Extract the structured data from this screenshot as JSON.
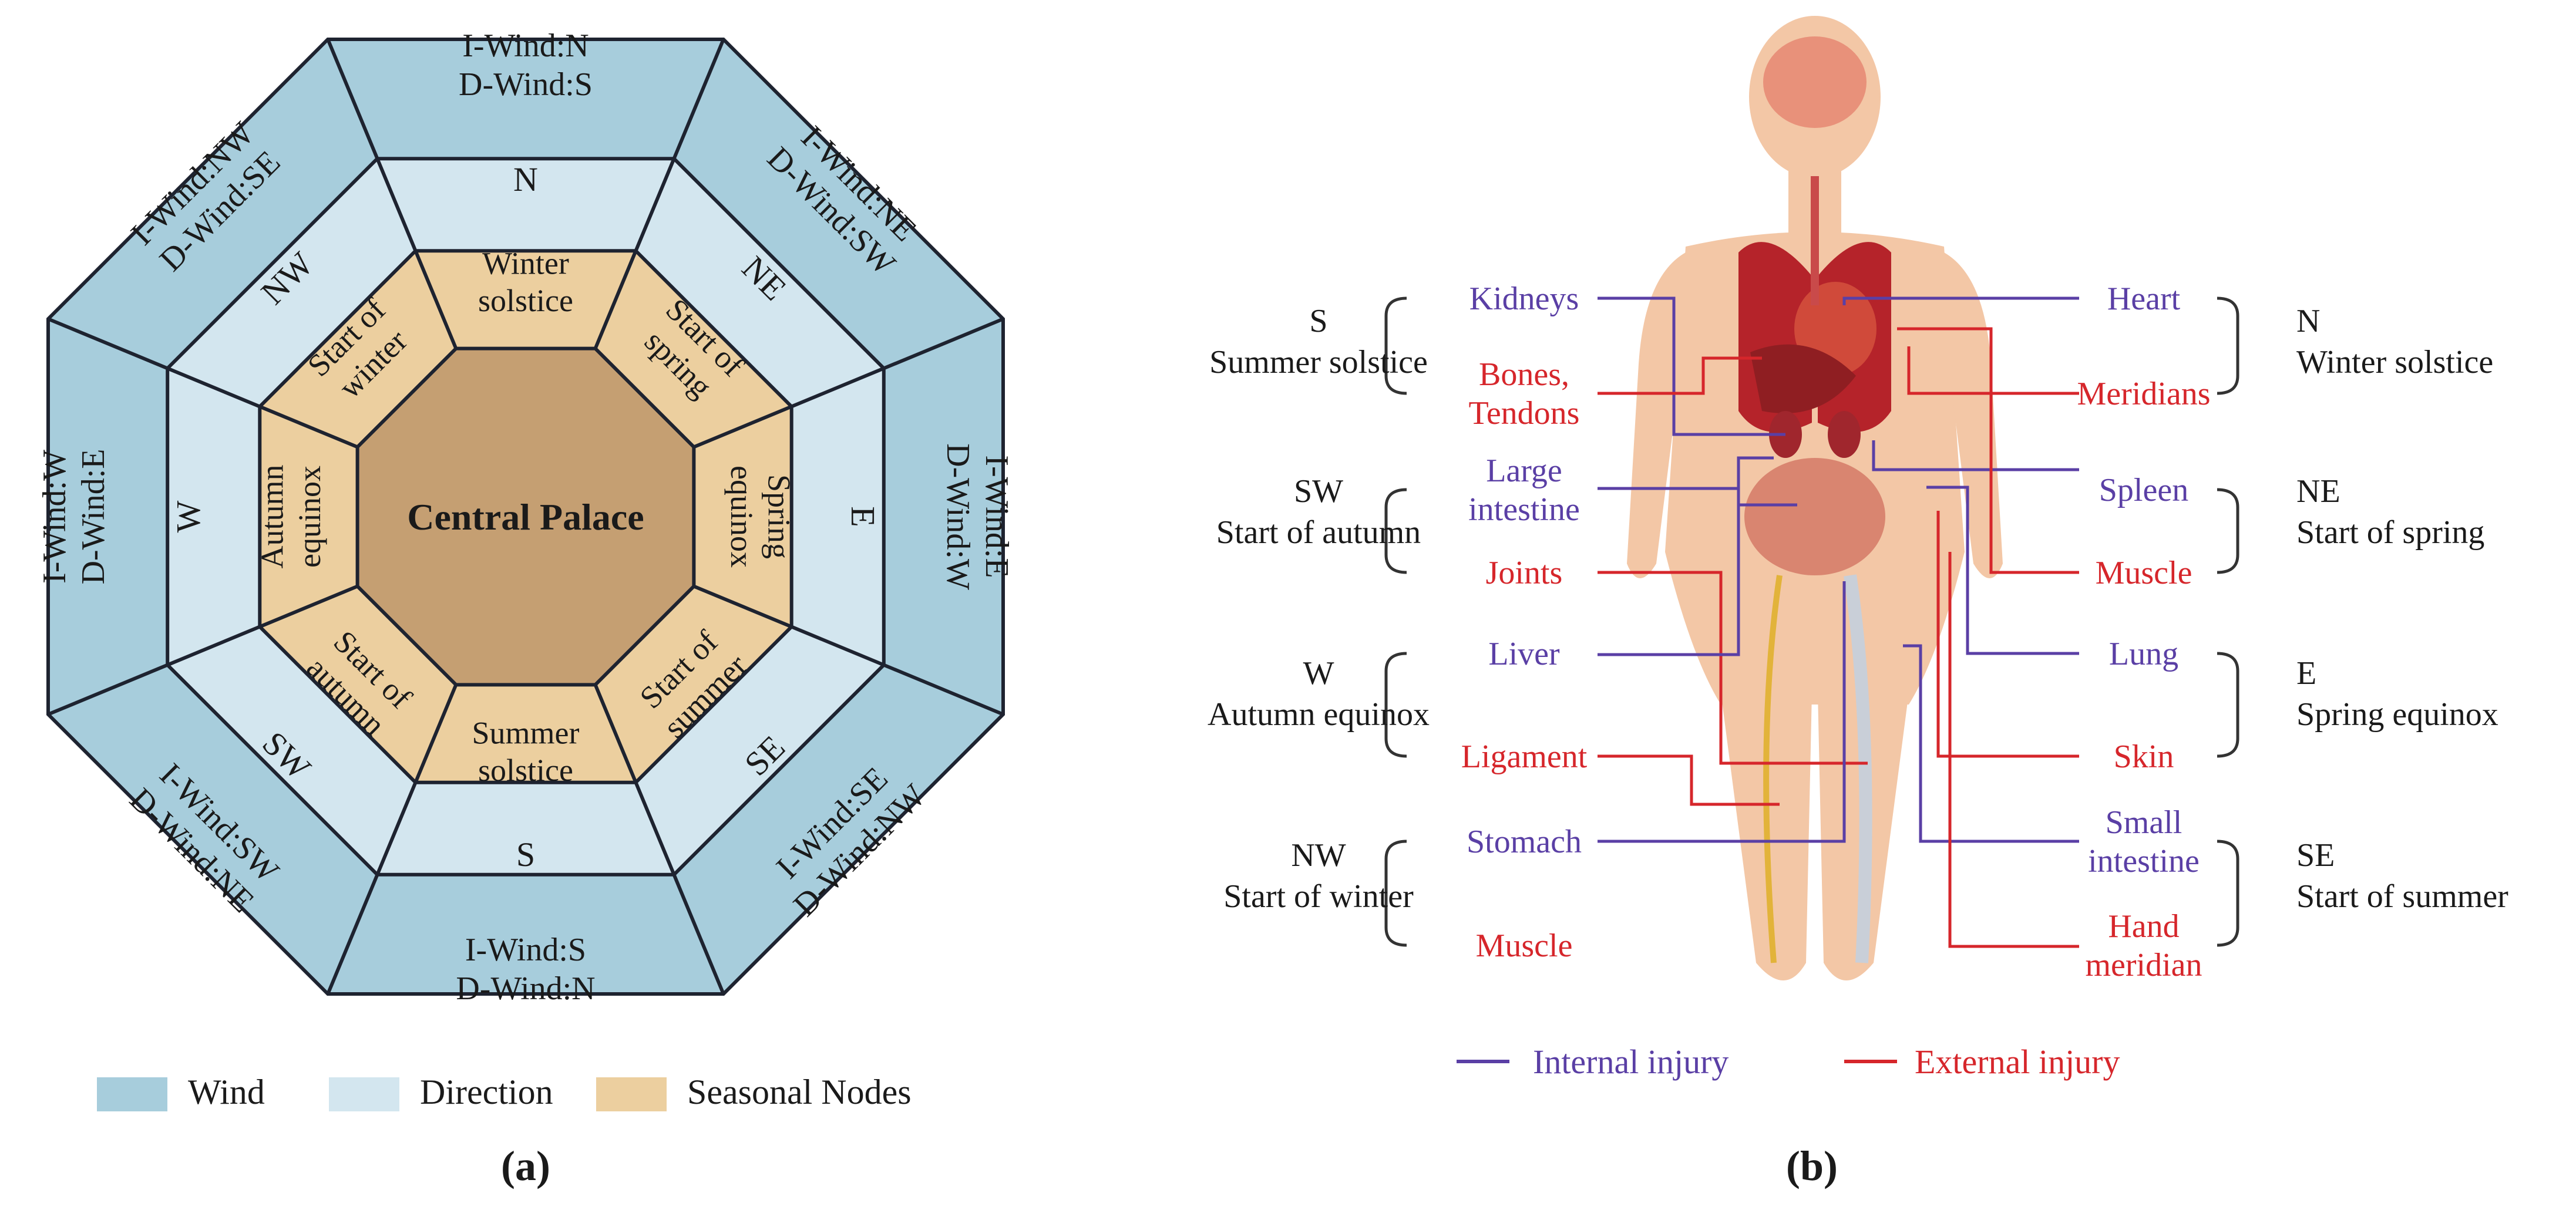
{
  "colors": {
    "wind": "#a7cddc",
    "direction": "#d3e6ef",
    "seasonal": "#eccf9f",
    "center": "#c59f72",
    "outline": "#1e2330",
    "internal": "#5a3fa5",
    "external": "#d6262b",
    "text": "#1a1a1a"
  },
  "panel_a": {
    "center_label": "Central Palace",
    "sectors": [
      {
        "wind": [
          "I-Wind:N",
          "D-Wind:S"
        ],
        "direction": "N",
        "node": [
          "Winter",
          "solstice"
        ]
      },
      {
        "wind": [
          "I-Wind:NE",
          "D-Wind:SW"
        ],
        "direction": "NE",
        "node": [
          "Start of",
          "spring"
        ]
      },
      {
        "wind": [
          "I-Wind:E",
          "D-Wind:W"
        ],
        "direction": "E",
        "node": [
          "Spring",
          "equinox"
        ]
      },
      {
        "wind": [
          "I-Wind:SE",
          "D-Wind:NW"
        ],
        "direction": "SE",
        "node": [
          "Start of",
          "summer"
        ]
      },
      {
        "wind": [
          "I-Wind:S",
          "D-Wind:N"
        ],
        "direction": "S",
        "node": [
          "Summer",
          "solstice"
        ]
      },
      {
        "wind": [
          "I-Wind:SW",
          "D-Wind:NE"
        ],
        "direction": "SW",
        "node": [
          "Start of",
          "autumn"
        ]
      },
      {
        "wind": [
          "I-Wind:W",
          "D-Wind:E"
        ],
        "direction": "W",
        "node": [
          "Autumn",
          "equinox"
        ]
      },
      {
        "wind": [
          "I-Wind:NW",
          "D-Wind:SE"
        ],
        "direction": "NW",
        "node": [
          "Start of",
          "winter"
        ]
      }
    ],
    "legend": [
      "Wind",
      "Direction",
      "Seasonal Nodes"
    ],
    "caption": "(a)"
  },
  "panel_b": {
    "left_groups": [
      {
        "direction": "S",
        "node": "Summer solstice",
        "internal": [
          "Kidneys"
        ],
        "external": [
          "Bones,",
          "Tendons"
        ]
      },
      {
        "direction": "SW",
        "node": "Start of autumn",
        "internal": [
          "Large",
          "intestine"
        ],
        "external": [
          "Joints"
        ]
      },
      {
        "direction": "W",
        "node": "Autumn equinox",
        "internal": [
          "Liver"
        ],
        "external": [
          "Ligament"
        ]
      },
      {
        "direction": "NW",
        "node": "Start of winter",
        "internal": [
          "Stomach"
        ],
        "external": [
          "Muscle"
        ]
      }
    ],
    "right_groups": [
      {
        "direction": "N",
        "node": "Winter solstice",
        "internal": [
          "Heart"
        ],
        "external": [
          "Meridians"
        ]
      },
      {
        "direction": "NE",
        "node": "Start of spring",
        "internal": [
          "Spleen"
        ],
        "external": [
          "Muscle"
        ]
      },
      {
        "direction": "E",
        "node": "Spring equinox",
        "internal": [
          "Lung"
        ],
        "external": [
          "Skin"
        ]
      },
      {
        "direction": "SE",
        "node": "Start of summer",
        "internal": [
          "Small",
          "intestine"
        ],
        "external": [
          "Hand",
          "meridian"
        ]
      }
    ],
    "legend": [
      "Internal injury",
      "External injury"
    ],
    "caption": "(b)"
  }
}
